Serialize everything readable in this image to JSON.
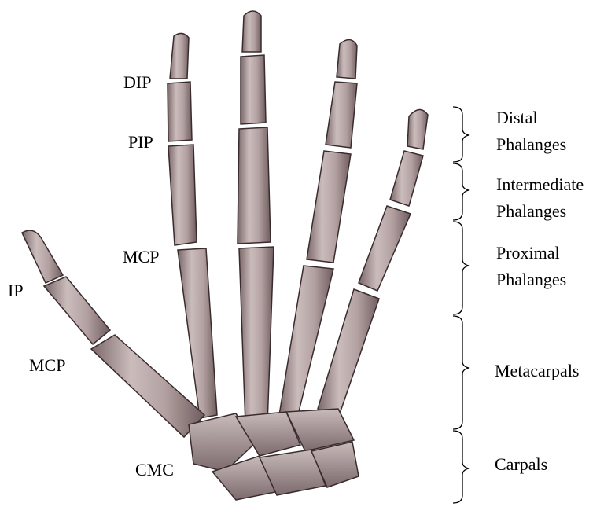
{
  "joint_labels": {
    "dip": "DIP",
    "pip": "PIP",
    "mcp_finger": "MCP",
    "ip": "IP",
    "mcp_thumb": "MCP",
    "cmc": "CMC"
  },
  "bone_groups": {
    "distal": [
      "Distal",
      "Phalanges"
    ],
    "intermediate": [
      "Intermediate",
      "Phalanges"
    ],
    "proximal": [
      "Proximal",
      "Phalanges"
    ],
    "metacarpals": [
      "Metacarpals"
    ],
    "carpals": [
      "Carpals"
    ]
  },
  "colors": {
    "bone_fill": "#b8a6a6",
    "bone_shadow": "#6e5c5e",
    "bone_highlight": "#ddd2d2",
    "outline": "#3a2c2e"
  }
}
